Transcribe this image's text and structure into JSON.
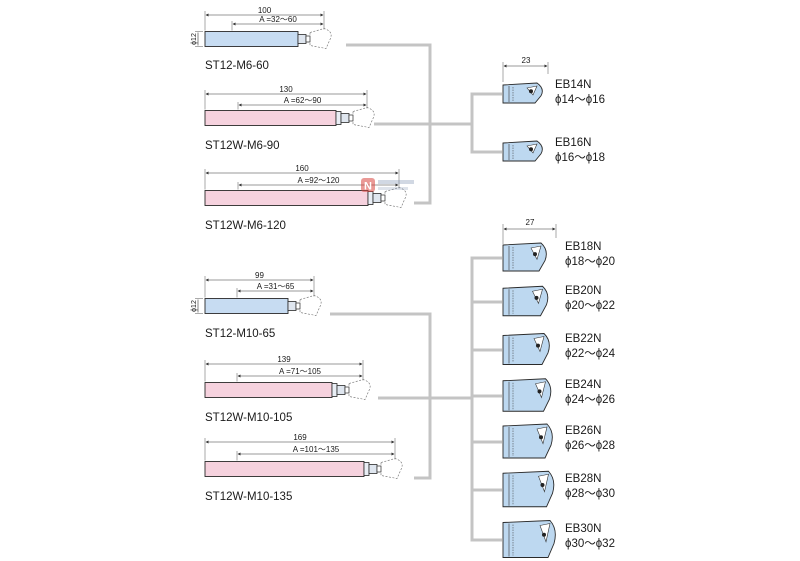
{
  "holders": [
    {
      "name": "ST12-M6-60",
      "length": "100",
      "a_range": "A =32～60",
      "dia": "ϕ12",
      "color": "blue"
    },
    {
      "name": "ST12W-M6-90",
      "length": "130",
      "a_range": "A =62～90",
      "dia": "",
      "color": "pink"
    },
    {
      "name": "ST12W-M6-120",
      "length": "160",
      "a_range": "A =92～120",
      "dia": "",
      "color": "pink"
    },
    {
      "name": "ST12-M10-65",
      "length": "99",
      "a_range": "A =31～65",
      "dia": "ϕ12",
      "color": "blue"
    },
    {
      "name": "ST12W-M10-105",
      "length": "139",
      "a_range": "A =71～105",
      "dia": "",
      "color": "pink"
    },
    {
      "name": "ST12W-M10-135",
      "length": "169",
      "a_range": "A =101～135",
      "dia": "",
      "color": "pink"
    }
  ],
  "cutters_top_width": "23",
  "cutters_bottom_width": "27",
  "cutters": [
    {
      "name": "EB14N",
      "range": "ϕ14～ϕ16"
    },
    {
      "name": "EB16N",
      "range": "ϕ16～ϕ18"
    },
    {
      "name": "EB18N",
      "range": "ϕ18～ϕ20"
    },
    {
      "name": "EB20N",
      "range": "ϕ20～ϕ22"
    },
    {
      "name": "EB22N",
      "range": "ϕ22～ϕ24"
    },
    {
      "name": "EB24N",
      "range": "ϕ24～ϕ26"
    },
    {
      "name": "EB26N",
      "range": "ϕ26～ϕ28"
    },
    {
      "name": "EB28N",
      "range": "ϕ28～ϕ30"
    },
    {
      "name": "EB30N",
      "range": "ϕ30～ϕ32"
    }
  ],
  "colors": {
    "blue": "#c7dcf2",
    "pink": "#f6d2de",
    "connector": "#c4c4c4",
    "outline": "#2a2a2a"
  },
  "watermark": "N"
}
